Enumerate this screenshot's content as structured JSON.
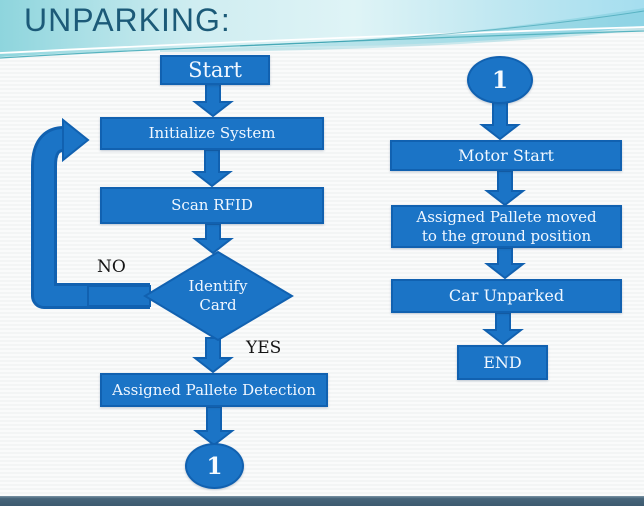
{
  "slide": {
    "title": "UNPARKING:",
    "colors": {
      "box_fill": "#1b74c6",
      "box_border": "#1161b0",
      "box_text": "#f0f7ff",
      "title_text": "#1c5a78",
      "branch_label_text": "#141414",
      "swoosh_teal": "#8ed5dd",
      "swoosh_light": "#dff4f6",
      "swoosh_blue": "#a5deef",
      "bottom_bar": "#3d5a6f"
    }
  },
  "flowchart_left": {
    "start": "Start",
    "initialize": "Initialize System",
    "scan": "Scan RFID",
    "decision": "Identify Card",
    "branch_no": "NO",
    "branch_yes": "YES",
    "pallete_detection": "Assigned Pallete Detection",
    "connector": "1"
  },
  "flowchart_right": {
    "connector": "1",
    "motor": "Motor Start",
    "pallete_moved": "Assigned Pallete moved to the ground position",
    "car_unparked": "Car Unparked",
    "end": "END"
  }
}
